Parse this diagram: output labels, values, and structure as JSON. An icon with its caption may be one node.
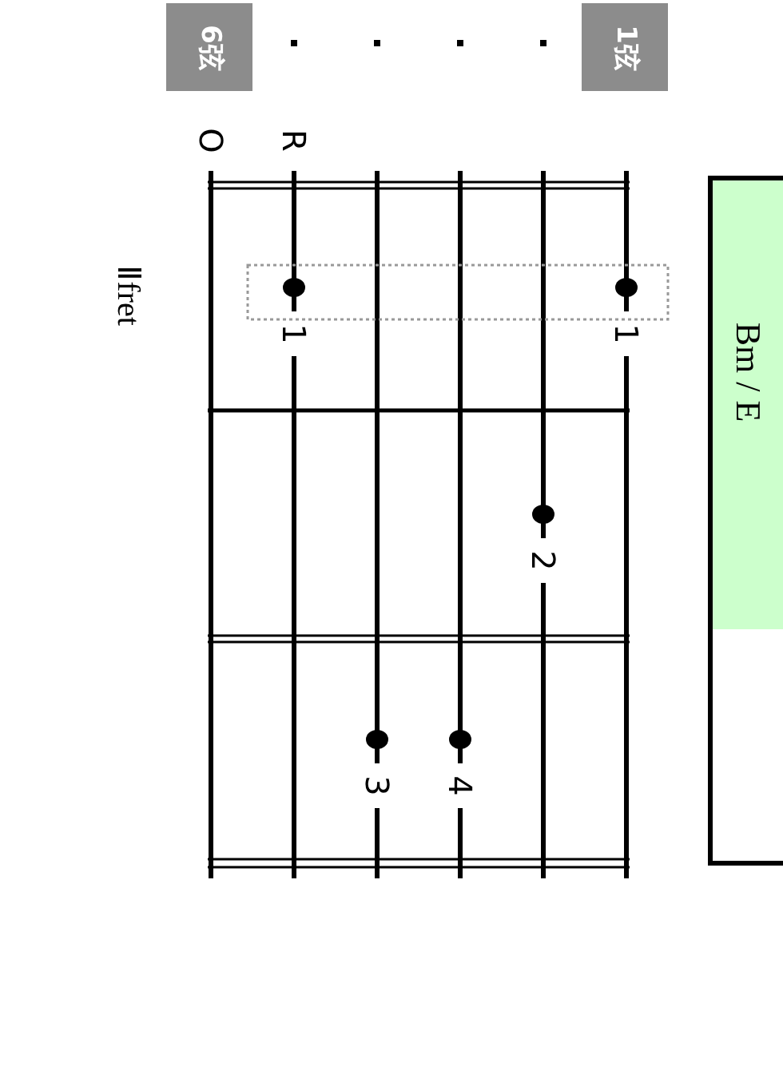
{
  "diagram": {
    "nodes": [
      {
        "text": [
          "Bm / E"
        ]
      },
      {
        "text": [
          "6弦"
        ]
      },
      {
        "text": [
          "1弦"
        ]
      }
    ],
    "labels": [
      "O",
      "R",
      "1",
      "1",
      "2",
      "3",
      "4",
      "Ⅱfret"
    ]
  }
}
